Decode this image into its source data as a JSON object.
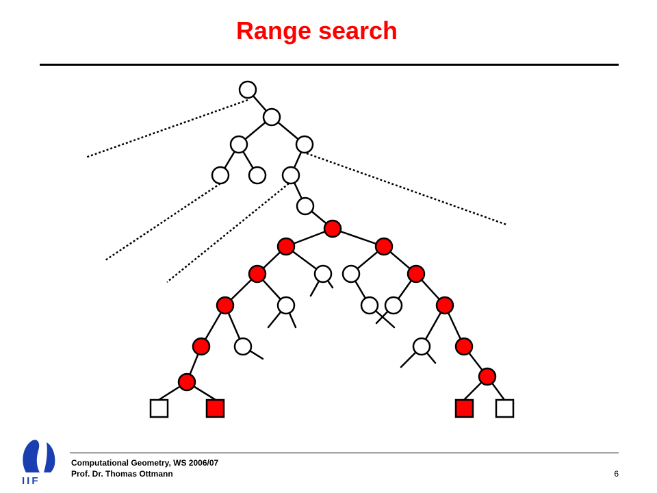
{
  "title": "Range search",
  "footer": {
    "course": "Computational Geometry, WS 2006/07",
    "author": "Prof. Dr. Thomas Ottmann",
    "page_number": "6"
  },
  "logo": {
    "icon": "iif-logo-icon",
    "text": "IIF",
    "color": "#1a3fb0"
  },
  "colors": {
    "title": "#ff0000",
    "highlight_node": "#ff0000",
    "plain_node": "#ffffff",
    "edge": "#000000"
  }
}
